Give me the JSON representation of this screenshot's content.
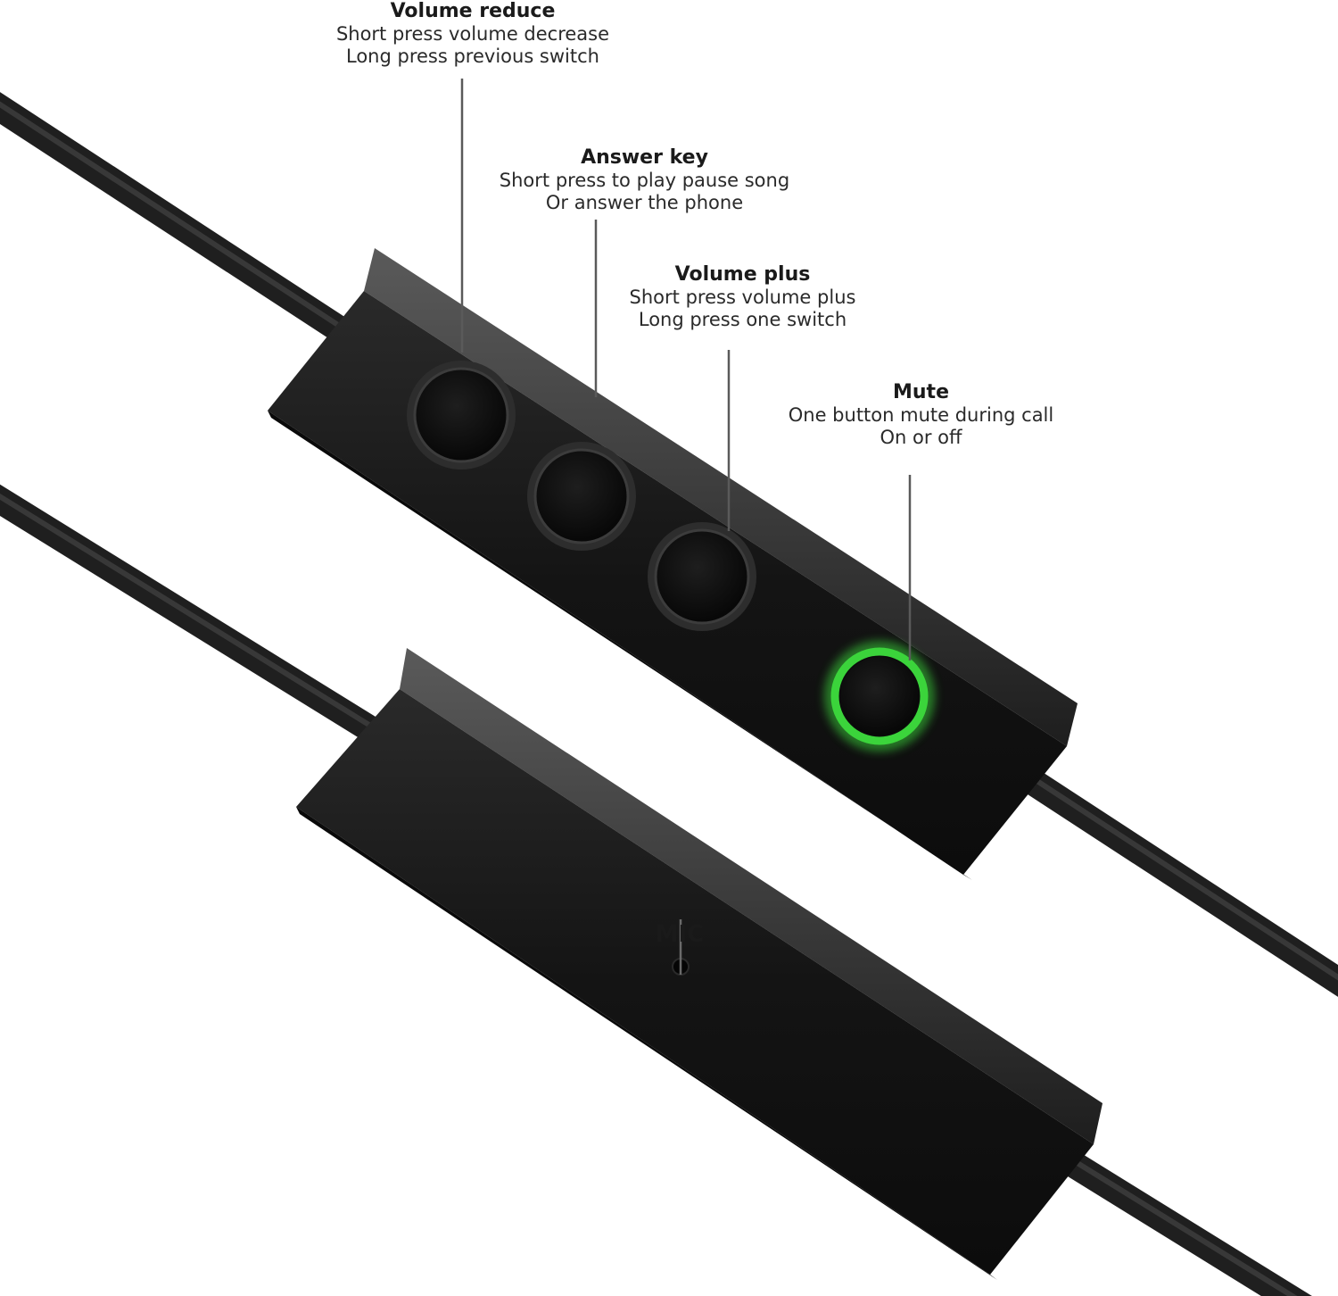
{
  "annotations": {
    "volume_reduce": {
      "title": "Volume  reduce",
      "line1": "Short press volume decrease",
      "line2": "Long press previous switch"
    },
    "answer_key": {
      "title": "Answer key",
      "line1": "Short press to play pause song",
      "line2": "Or answer the phone"
    },
    "volume_plus": {
      "title": "Volume plus",
      "line1": "Short press volume plus",
      "line2": "Long press one switch"
    },
    "mute": {
      "title": "Mute",
      "line1": "One button mute during call",
      "line2": "On or off"
    },
    "mic": {
      "title": "MIC"
    }
  },
  "colors": {
    "background": "#ffffff",
    "device_body": "#151515",
    "cable": "#2c2c2c",
    "mute_ring": "#3bd43b",
    "leader_line": "#555555"
  }
}
